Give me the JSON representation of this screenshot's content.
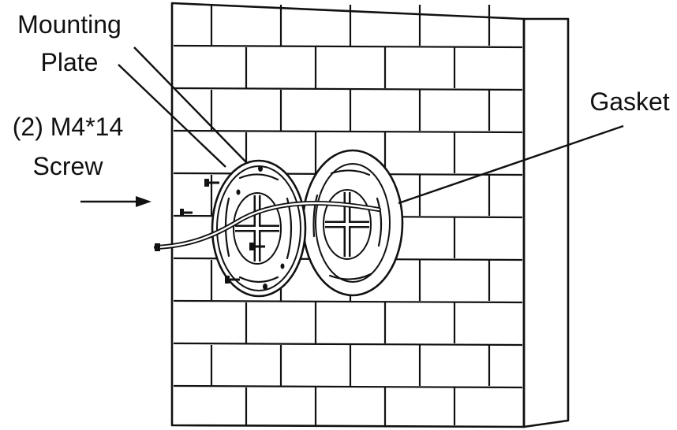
{
  "labels": {
    "mounting_plate_line1": "Mounting",
    "mounting_plate_line2": "Plate",
    "screw_line1": "(2) M4*14",
    "screw_line2": "Screw",
    "gasket": "Gasket"
  },
  "colors": {
    "ink": "#111111",
    "background": "#ffffff"
  },
  "icons": {
    "arrow": "arrow-right-icon"
  }
}
